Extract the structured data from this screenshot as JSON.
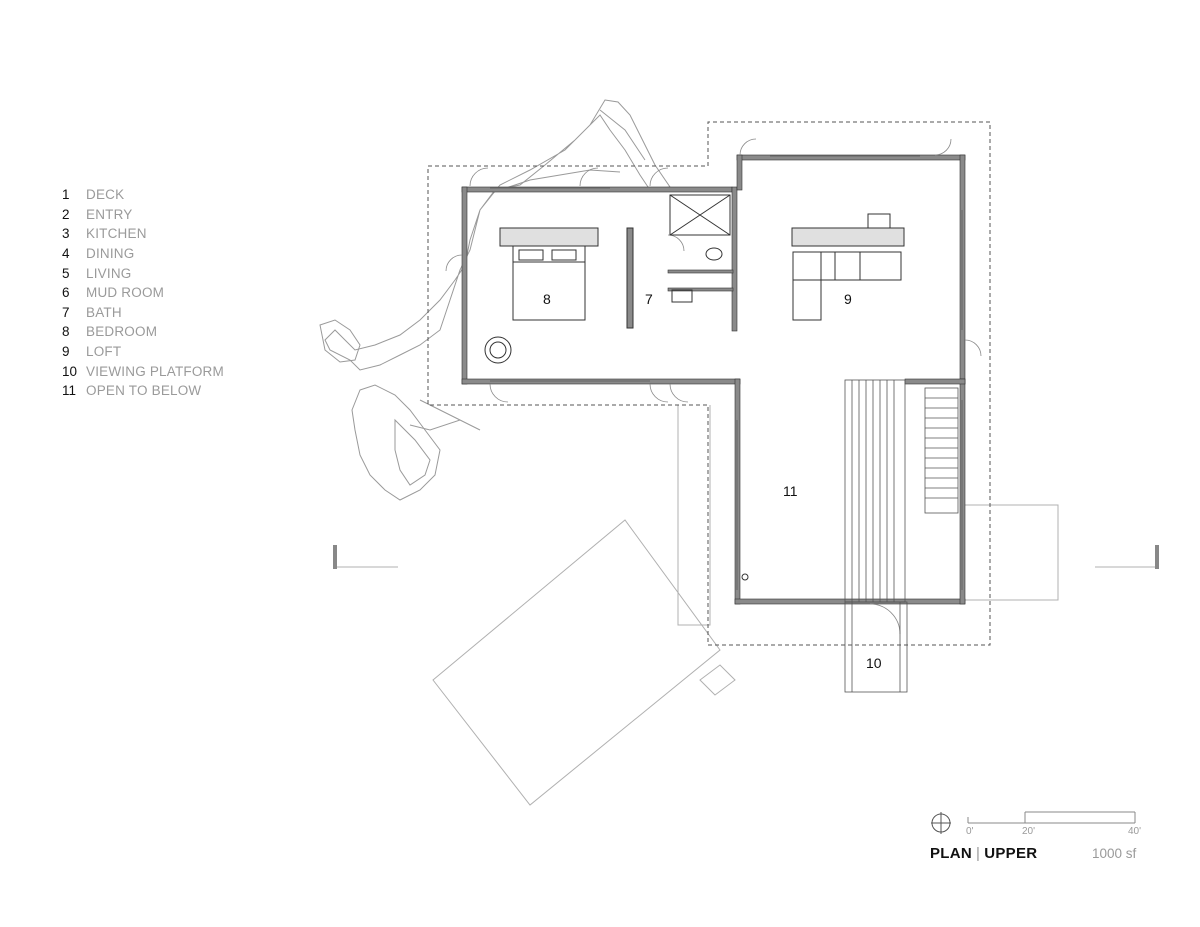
{
  "legend": [
    {
      "num": "1",
      "label": "DECK"
    },
    {
      "num": "2",
      "label": "ENTRY"
    },
    {
      "num": "3",
      "label": "KITCHEN"
    },
    {
      "num": "4",
      "label": "DINING"
    },
    {
      "num": "5",
      "label": "LIVING"
    },
    {
      "num": "6",
      "label": "MUD ROOM"
    },
    {
      "num": "7",
      "label": "BATH"
    },
    {
      "num": "8",
      "label": "BEDROOM"
    },
    {
      "num": "9",
      "label": "LOFT"
    },
    {
      "num": "10",
      "label": "VIEWING PLATFORM"
    },
    {
      "num": "11",
      "label": "OPEN TO BELOW"
    }
  ],
  "rooms": {
    "bedroom": "8",
    "bath": "7",
    "loft": "9",
    "open_to_below": "11",
    "viewing_platform": "10"
  },
  "scale": {
    "tick0": "0'",
    "tick1": "20'",
    "tick2": "40'"
  },
  "title": {
    "plan": "PLAN",
    "separator": "|",
    "level": "UPPER",
    "area": "1000 sf"
  }
}
